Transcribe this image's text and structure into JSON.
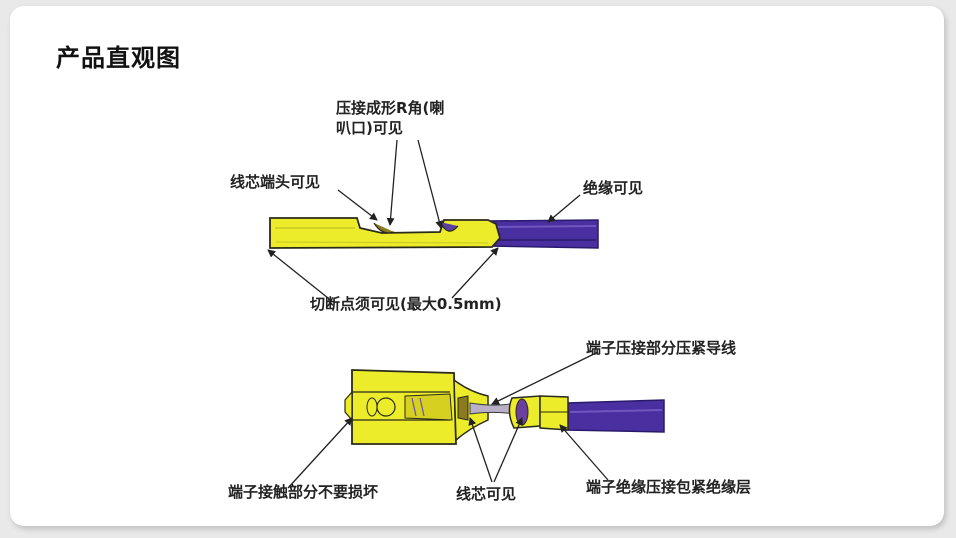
{
  "slide": {
    "title": "产品直观图"
  },
  "top_diagram": {
    "label_flare_line1": "压接成形R角(喇",
    "label_flare_line2": "叭口)可见",
    "label_wire_end": "线芯端头可见",
    "label_insulation": "绝缘可见",
    "label_cut_point": "切断点须可见(最大0.5mm)"
  },
  "bottom_diagram": {
    "label_crimp_wire": "端子压接部分压紧导线",
    "label_contact": "端子接触部分不要损坏",
    "label_core_visible": "线芯可见",
    "label_insulation_crimp": "端子绝缘压接包紧绝缘层"
  },
  "colors": {
    "terminal": "#ecec2a",
    "terminal_outline": "#2a2a1a",
    "wire": "#4a2fa0",
    "wire_dark": "#2b1a6b",
    "background": "#ffffff"
  }
}
